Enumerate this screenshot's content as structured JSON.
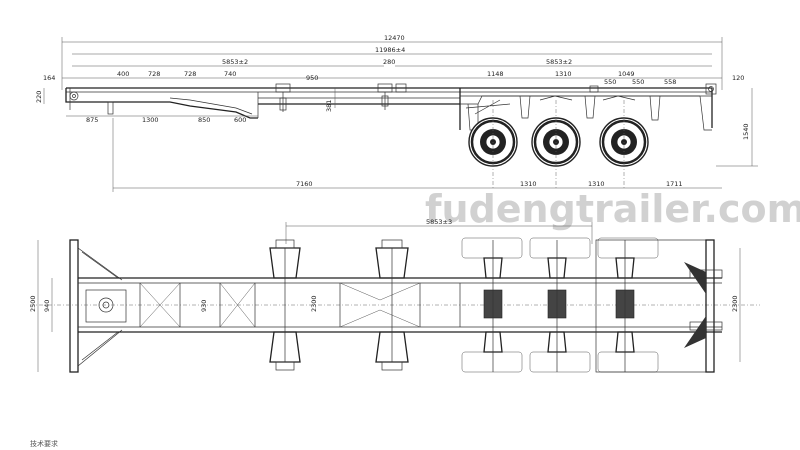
{
  "watermark": "fudengtrailer.com",
  "side_view": {
    "top_dims": {
      "overall_length": "12470",
      "chassis_length": "11986±4",
      "front_section": "5853±2",
      "rear_section": "5853±2",
      "lock_span": "280"
    },
    "upper_dims": [
      "164",
      "400",
      "728",
      "728",
      "740",
      "950",
      "1148",
      "1310",
      "550",
      "1049",
      "550",
      "558",
      "120"
    ],
    "left_height": "220",
    "gooseneck_height": "381",
    "lower_dims": [
      "875",
      "1300",
      "850",
      "600"
    ],
    "right_height": "1540",
    "bottom_dims": {
      "kingpin_to_axle": "7160",
      "axle_spacing_1": "1310",
      "axle_spacing_2": "1310",
      "rear_overhang": "1711"
    }
  },
  "plan_view": {
    "lock_spacing": "5853±3",
    "overall_width": "2500",
    "beam_width": "940",
    "inner_width": "930",
    "crossmember_width": "2300",
    "rear_width": "2300"
  },
  "footer_note": "技术要求"
}
